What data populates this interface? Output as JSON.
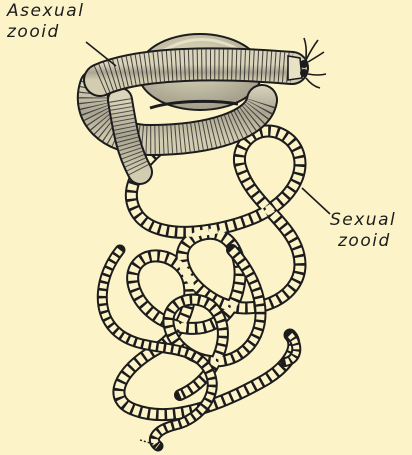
{
  "labels": {
    "asexual_zooid": [
      "Asexual",
      "zooid"
    ],
    "sexual_zooid": [
      "Sexual",
      "zooid"
    ]
  },
  "colors": {
    "background": "#fcf3c9",
    "ink": "#1c1c1c",
    "body_shade": "#b9b6a6",
    "body_light": "#e9e3c4"
  }
}
